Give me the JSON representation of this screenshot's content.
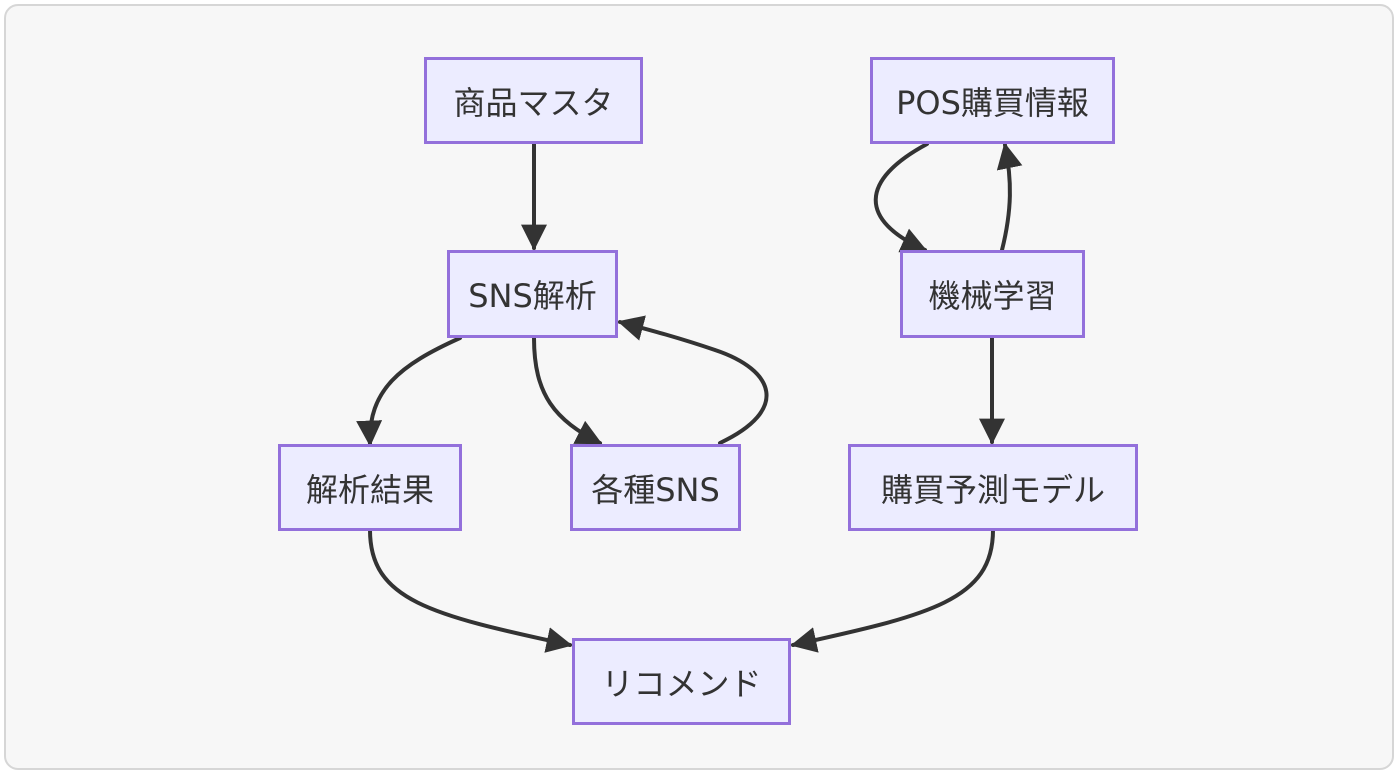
{
  "nodes": {
    "product_master": "商品マスタ",
    "pos_purchase_info": "POS購買情報",
    "sns_analysis": "SNS解析",
    "machine_learning": "機械学習",
    "analysis_result": "解析結果",
    "various_sns": "各種SNS",
    "purchase_prediction_model": "購買予測モデル",
    "recommend": "リコメンド"
  },
  "edges": [
    {
      "from": "product_master",
      "to": "sns_analysis"
    },
    {
      "from": "pos_purchase_info",
      "to": "machine_learning"
    },
    {
      "from": "machine_learning",
      "to": "pos_purchase_info"
    },
    {
      "from": "sns_analysis",
      "to": "analysis_result"
    },
    {
      "from": "sns_analysis",
      "to": "various_sns"
    },
    {
      "from": "various_sns",
      "to": "sns_analysis"
    },
    {
      "from": "machine_learning",
      "to": "purchase_prediction_model"
    },
    {
      "from": "analysis_result",
      "to": "recommend"
    },
    {
      "from": "purchase_prediction_model",
      "to": "recommend"
    }
  ],
  "colors": {
    "node_fill": "#ececff",
    "node_border": "#9370db",
    "edge": "#333333",
    "text": "#333333",
    "background": "#f7f7f7"
  }
}
